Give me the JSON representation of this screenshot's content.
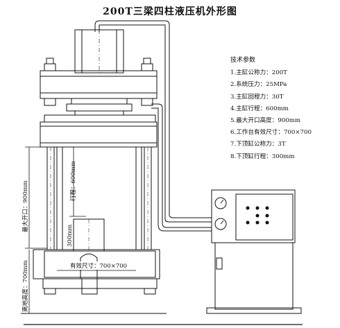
{
  "title": "200T三梁四柱液压机外形图",
  "specs": {
    "heading": "技术参数",
    "lines": [
      "1.主缸公称力：200T",
      "2.系统压力：25MPa",
      "3.主缸回程力：30T",
      "4.主缸行程：600mm",
      "5.最大开口高度：900mm",
      "6.工作台有效尺寸：700×700",
      "7.下顶缸公称力：3T",
      "8.下顶缸行程：300mm"
    ]
  },
  "dimensions": {
    "stroke": "行程：600mm",
    "max_opening": "最大开口：900mm",
    "ground_height": "离地高度：700mm",
    "ejector_stroke": "300mm",
    "table_size": "有效尺寸：700×700"
  }
}
